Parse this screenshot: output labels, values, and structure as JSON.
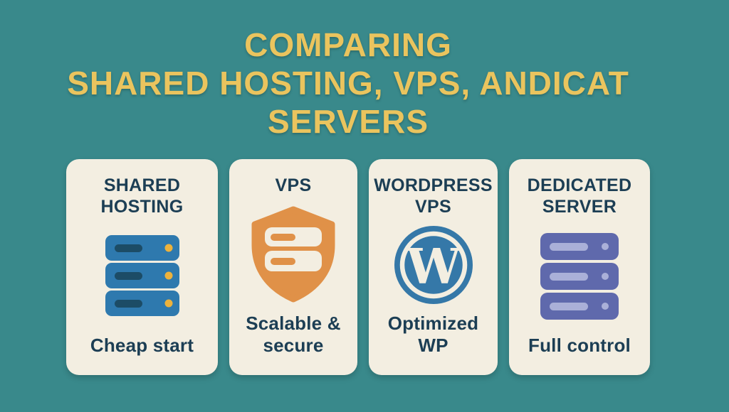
{
  "header": {
    "line1": "COMPARING",
    "line2": "SHARED HOSTING, VPS, ANDICAT",
    "line3": "SERVERS"
  },
  "cards": [
    {
      "title": "SHARED\nHOSTING",
      "caption": "Cheap start",
      "icon": "server-stack-blue"
    },
    {
      "title": "VPS",
      "caption": "Scalable &\nsecure",
      "icon": "shield-server"
    },
    {
      "title": "WORDPRESS\nVPS",
      "caption": "Optimized\nWP",
      "icon": "wordpress-logo"
    },
    {
      "title": "DEDICATED\nSERVER",
      "caption": "Full control",
      "icon": "server-stack-indigo"
    }
  ],
  "icons": {
    "wordpress_monogram": "W"
  },
  "colors": {
    "background_teal": "#39898B",
    "title_gold": "#EAC45E",
    "card_cream": "#F3EEE1",
    "card_navy_text": "#1C3E54",
    "shared_server_blue": "#2E79AE",
    "shared_server_slot_navy": "#1C4C66",
    "shared_server_led_yellow": "#EDB23C",
    "vps_shield_orange": "#E09148",
    "wordpress_blue": "#3578A8",
    "dedicated_indigo": "#5F69AC",
    "dedicated_lavender": "#AAB0D8"
  }
}
